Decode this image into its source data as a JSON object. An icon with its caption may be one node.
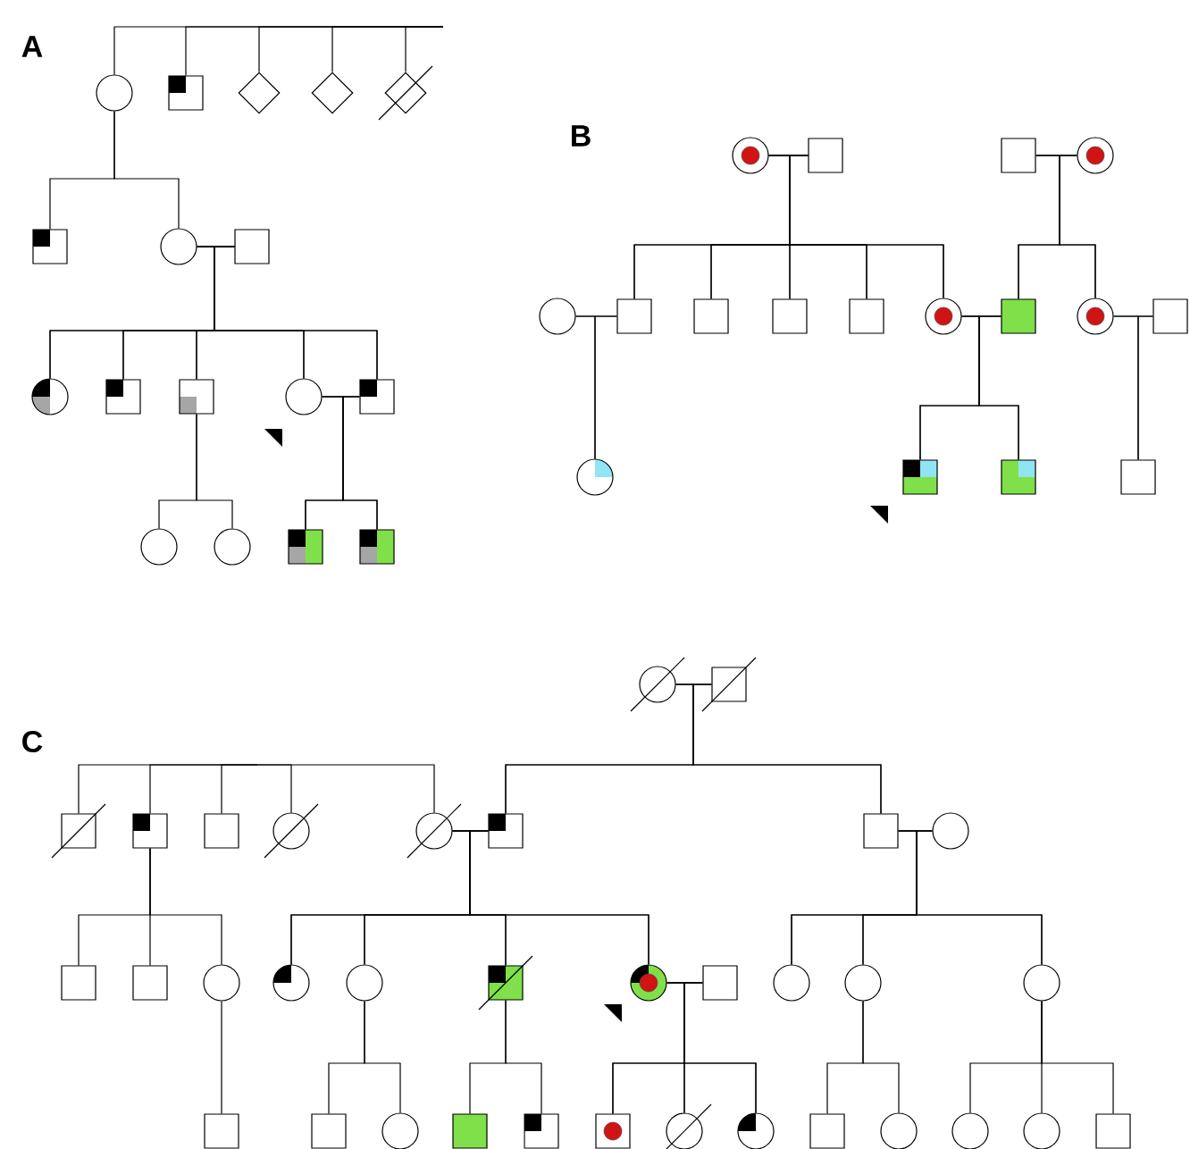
{
  "diagram": {
    "nodes": [
      {
        "text": [],
        "shape": "circle"
      },
      {
        "text": [],
        "shape": "box"
      },
      {
        "text": [],
        "shape": "diamond"
      },
      {
        "text": [],
        "shape": "diamond"
      },
      {
        "text": [],
        "shape": "diamond"
      },
      {
        "text": [],
        "shape": "box"
      },
      {
        "text": [],
        "shape": "circle"
      },
      {
        "text": [],
        "shape": "box"
      },
      {
        "text": [],
        "shape": "circle"
      },
      {
        "text": [],
        "shape": "box"
      },
      {
        "text": [],
        "shape": "box"
      },
      {
        "text": [],
        "shape": "circle"
      },
      {
        "text": [],
        "shape": "box"
      },
      {
        "text": [],
        "shape": "circle"
      },
      {
        "text": [],
        "shape": "circle"
      },
      {
        "text": [],
        "shape": "box"
      },
      {
        "text": [],
        "shape": "box"
      },
      {
        "text": [],
        "shape": "circle"
      },
      {
        "text": [],
        "shape": "box"
      },
      {
        "text": [],
        "shape": "box"
      },
      {
        "text": [],
        "shape": "circle"
      },
      {
        "text": [],
        "shape": "circle"
      },
      {
        "text": [],
        "shape": "box"
      },
      {
        "text": [],
        "shape": "box"
      },
      {
        "text": [],
        "shape": "box"
      },
      {
        "text": [],
        "shape": "box"
      },
      {
        "text": [],
        "shape": "circle"
      },
      {
        "text": [],
        "shape": "box"
      },
      {
        "text": [],
        "shape": "circle"
      },
      {
        "text": [],
        "shape": "box"
      },
      {
        "text": [],
        "shape": "circle"
      },
      {
        "text": [],
        "shape": "box"
      },
      {
        "text": [],
        "shape": "box"
      },
      {
        "text": [],
        "shape": "box"
      },
      {
        "text": [],
        "shape": "circle"
      },
      {
        "text": [],
        "shape": "box"
      },
      {
        "text": [],
        "shape": "box"
      },
      {
        "text": [],
        "shape": "box"
      },
      {
        "text": [],
        "shape": "box"
      },
      {
        "text": [],
        "shape": "circle"
      },
      {
        "text": [],
        "shape": "circle"
      },
      {
        "text": [],
        "shape": "box"
      },
      {
        "text": [],
        "shape": "box"
      },
      {
        "text": [],
        "shape": "circle"
      },
      {
        "text": [],
        "shape": "box"
      },
      {
        "text": [],
        "shape": "box"
      },
      {
        "text": [],
        "shape": "circle"
      },
      {
        "text": [],
        "shape": "circle"
      },
      {
        "text": [],
        "shape": "circle"
      },
      {
        "text": [],
        "shape": "box"
      },
      {
        "text": [],
        "shape": "circle"
      },
      {
        "text": [],
        "shape": "box"
      },
      {
        "text": [],
        "shape": "circle"
      },
      {
        "text": [],
        "shape": "circle"
      },
      {
        "text": [],
        "shape": "circle"
      },
      {
        "text": [],
        "shape": "box"
      },
      {
        "text": [],
        "shape": "box"
      },
      {
        "text": [],
        "shape": "circle"
      },
      {
        "text": [],
        "shape": "box"
      },
      {
        "text": [],
        "shape": "box"
      },
      {
        "text": [],
        "shape": "box"
      },
      {
        "text": [],
        "shape": "circle"
      },
      {
        "text": [],
        "shape": "circle"
      },
      {
        "text": [],
        "shape": "box"
      },
      {
        "text": [],
        "shape": "circle"
      },
      {
        "text": [],
        "shape": "circle"
      },
      {
        "text": [],
        "shape": "circle"
      },
      {
        "text": [],
        "shape": "box"
      }
    ],
    "edges": [
      {
        "from": 6,
        "to": 7,
        "arrow": "none"
      },
      {
        "from": 11,
        "to": 12,
        "arrow": "none"
      },
      {
        "from": 17,
        "to": 18,
        "arrow": "none"
      },
      {
        "from": 19,
        "to": 20,
        "arrow": "none"
      },
      {
        "from": 21,
        "to": 22,
        "arrow": "none"
      },
      {
        "from": 26,
        "to": 27,
        "arrow": "none"
      },
      {
        "from": 28,
        "to": 29,
        "arrow": "none"
      },
      {
        "from": 34,
        "to": 35,
        "arrow": "none"
      },
      {
        "from": 40,
        "to": 41,
        "arrow": "none"
      },
      {
        "from": 42,
        "to": 43,
        "arrow": "none"
      },
      {
        "from": 50,
        "to": 51,
        "arrow": "none"
      },
      {
        "from": null,
        "to": 0,
        "arrow": "none"
      },
      {
        "from": null,
        "to": 1,
        "arrow": "none"
      },
      {
        "from": null,
        "to": 2,
        "arrow": "none"
      },
      {
        "from": null,
        "to": 3,
        "arrow": "none"
      },
      {
        "from": null,
        "to": 4,
        "arrow": "none"
      },
      {
        "from": 0,
        "to": 5,
        "arrow": "none"
      },
      {
        "from": 0,
        "to": 6,
        "arrow": "none"
      },
      {
        "from": 6,
        "to": 8,
        "arrow": "none"
      },
      {
        "from": 6,
        "to": 9,
        "arrow": "none"
      },
      {
        "from": 6,
        "to": 10,
        "arrow": "none"
      },
      {
        "from": 6,
        "to": 11,
        "arrow": "none"
      },
      {
        "from": 6,
        "to": 12,
        "arrow": "none"
      },
      {
        "from": 7,
        "to": 8,
        "arrow": "none"
      },
      {
        "from": 7,
        "to": 9,
        "arrow": "none"
      },
      {
        "from": 7,
        "to": 10,
        "arrow": "none"
      },
      {
        "from": 7,
        "to": 11,
        "arrow": "none"
      },
      {
        "from": 7,
        "to": 12,
        "arrow": "none"
      },
      {
        "from": 10,
        "to": 13,
        "arrow": "none"
      },
      {
        "from": 10,
        "to": 14,
        "arrow": "none"
      },
      {
        "from": 11,
        "to": 15,
        "arrow": "none"
      },
      {
        "from": 11,
        "to": 16,
        "arrow": "none"
      },
      {
        "from": 12,
        "to": 15,
        "arrow": "none"
      },
      {
        "from": 12,
        "to": 16,
        "arrow": "none"
      },
      {
        "from": 17,
        "to": 22,
        "arrow": "none"
      },
      {
        "from": 17,
        "to": 23,
        "arrow": "none"
      },
      {
        "from": 17,
        "to": 24,
        "arrow": "none"
      },
      {
        "from": 17,
        "to": 25,
        "arrow": "none"
      },
      {
        "from": 17,
        "to": 26,
        "arrow": "none"
      },
      {
        "from": 18,
        "to": 22,
        "arrow": "none"
      },
      {
        "from": 18,
        "to": 23,
        "arrow": "none"
      },
      {
        "from": 18,
        "to": 24,
        "arrow": "none"
      },
      {
        "from": 18,
        "to": 25,
        "arrow": "none"
      },
      {
        "from": 18,
        "to": 26,
        "arrow": "none"
      },
      {
        "from": 19,
        "to": 27,
        "arrow": "none"
      },
      {
        "from": 19,
        "to": 28,
        "arrow": "none"
      },
      {
        "from": 20,
        "to": 27,
        "arrow": "none"
      },
      {
        "from": 20,
        "to": 28,
        "arrow": "none"
      },
      {
        "from": 21,
        "to": 30,
        "arrow": "none"
      },
      {
        "from": 22,
        "to": 30,
        "arrow": "none"
      },
      {
        "from": 26,
        "to": 31,
        "arrow": "none"
      },
      {
        "from": 26,
        "to": 32,
        "arrow": "none"
      },
      {
        "from": 27,
        "to": 31,
        "arrow": "none"
      },
      {
        "from": 27,
        "to": 32,
        "arrow": "none"
      },
      {
        "from": 28,
        "to": 33,
        "arrow": "none"
      },
      {
        "from": 29,
        "to": 33,
        "arrow": "none"
      },
      {
        "from": 34,
        "to": 41,
        "arrow": "none"
      },
      {
        "from": 34,
        "to": 42,
        "arrow": "none"
      },
      {
        "from": 35,
        "to": 41,
        "arrow": "none"
      },
      {
        "from": 35,
        "to": 42,
        "arrow": "none"
      },
      {
        "from": null,
        "to": 36,
        "arrow": "none"
      },
      {
        "from": null,
        "to": 37,
        "arrow": "none"
      },
      {
        "from": null,
        "to": 38,
        "arrow": "none"
      },
      {
        "from": null,
        "to": 39,
        "arrow": "none"
      },
      {
        "from": null,
        "to": 40,
        "arrow": "none"
      },
      {
        "from": 37,
        "to": 44,
        "arrow": "none"
      },
      {
        "from": 37,
        "to": 45,
        "arrow": "none"
      },
      {
        "from": 37,
        "to": 46,
        "arrow": "none"
      },
      {
        "from": 40,
        "to": 47,
        "arrow": "none"
      },
      {
        "from": 40,
        "to": 48,
        "arrow": "none"
      },
      {
        "from": 40,
        "to": 49,
        "arrow": "none"
      },
      {
        "from": 40,
        "to": 50,
        "arrow": "none"
      },
      {
        "from": 41,
        "to": 47,
        "arrow": "none"
      },
      {
        "from": 41,
        "to": 48,
        "arrow": "none"
      },
      {
        "from": 41,
        "to": 49,
        "arrow": "none"
      },
      {
        "from": 41,
        "to": 50,
        "arrow": "none"
      },
      {
        "from": 42,
        "to": 52,
        "arrow": "none"
      },
      {
        "from": 42,
        "to": 53,
        "arrow": "none"
      },
      {
        "from": 42,
        "to": 54,
        "arrow": "none"
      },
      {
        "from": 43,
        "to": 52,
        "arrow": "none"
      },
      {
        "from": 43,
        "to": 53,
        "arrow": "none"
      },
      {
        "from": 43,
        "to": 54,
        "arrow": "none"
      },
      {
        "from": 46,
        "to": 55,
        "arrow": "none"
      },
      {
        "from": 48,
        "to": 56,
        "arrow": "none"
      },
      {
        "from": 48,
        "to": 57,
        "arrow": "none"
      },
      {
        "from": 49,
        "to": 58,
        "arrow": "none"
      },
      {
        "from": 49,
        "to": 59,
        "arrow": "none"
      },
      {
        "from": 50,
        "to": 60,
        "arrow": "none"
      },
      {
        "from": 50,
        "to": 61,
        "arrow": "none"
      },
      {
        "from": 50,
        "to": 62,
        "arrow": "none"
      },
      {
        "from": 51,
        "to": 60,
        "arrow": "none"
      },
      {
        "from": 51,
        "to": 61,
        "arrow": "none"
      },
      {
        "from": 51,
        "to": 62,
        "arrow": "none"
      },
      {
        "from": 53,
        "to": 63,
        "arrow": "none"
      },
      {
        "from": 53,
        "to": 64,
        "arrow": "none"
      },
      {
        "from": 54,
        "to": 65,
        "arrow": "none"
      },
      {
        "from": 54,
        "to": 66,
        "arrow": "none"
      },
      {
        "from": 54,
        "to": 67,
        "arrow": "none"
      }
    ],
    "labels": [
      "A",
      "B",
      "C"
    ]
  }
}
